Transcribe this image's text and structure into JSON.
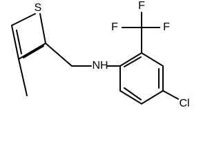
{
  "molecule": {
    "atoms": {
      "sulfur": "S",
      "amine": "NH",
      "chlorine": "Cl",
      "fluorine_1": "F",
      "fluorine_2": "F",
      "fluorine_3": "F"
    }
  }
}
